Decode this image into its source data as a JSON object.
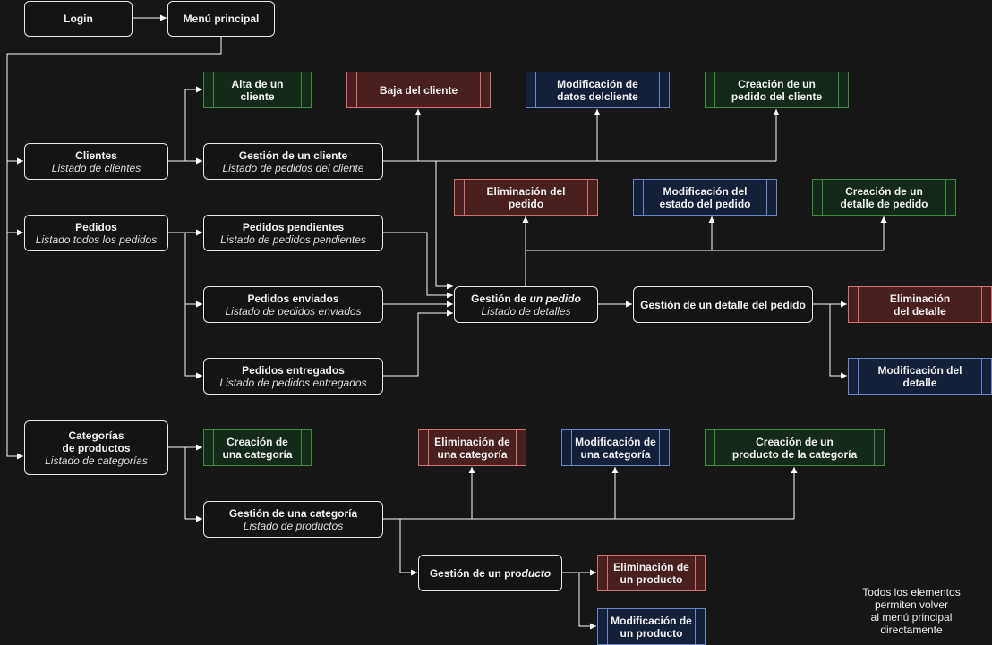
{
  "nodes": {
    "login": {
      "title": "Login"
    },
    "menu": {
      "title": "Menú principal"
    },
    "clientes": {
      "title": "Clientes",
      "sub": "Listado de clientes"
    },
    "gestion_cliente": {
      "title": "Gestión de un cliente",
      "sub": "Listado de pedidos del cliente"
    },
    "alta_cliente": {
      "title": "Alta de un\ncliente"
    },
    "baja_cliente": {
      "title": "Baja del cliente"
    },
    "mod_cliente": {
      "title": "Modificación de\ndatos delcliente"
    },
    "crear_pedido_cliente": {
      "title": "Creación de un\npedido del cliente"
    },
    "pedidos": {
      "title": "Pedidos",
      "sub": "Listado todos los pedidos"
    },
    "pedidos_pendientes": {
      "title": "Pedidos pendientes",
      "sub": "Listado de pedidos pendientes"
    },
    "pedidos_enviados": {
      "title": "Pedidos enviados",
      "sub": "Listado de pedidos enviados"
    },
    "pedidos_entregados": {
      "title": "Pedidos entregados",
      "sub": "Listado de pedidos entregados"
    },
    "gestion_pedido": {
      "title_a": "Gestión de ",
      "title_b": "un pedido",
      "sub": "Listado de detalles"
    },
    "elim_pedido": {
      "title": "Eliminación del\npedido"
    },
    "mod_estado_pedido": {
      "title": "Modificación del\nestado del pedido"
    },
    "crear_detalle": {
      "title": "Creación de un\ndetalle de pedido"
    },
    "gestion_detalle": {
      "title": "Gestión de un detalle del pedido"
    },
    "elim_detalle": {
      "title": "Eliminación\ndel detalle"
    },
    "mod_detalle": {
      "title": "Modificación del\ndetalle"
    },
    "categorias": {
      "title": "Categorías\nde productos",
      "sub": "Listado de categorías"
    },
    "crear_categoria": {
      "title": "Creación de\nuna categoría"
    },
    "gestion_categoria": {
      "title": "Gestión de una categoría",
      "sub": "Listado de productos"
    },
    "elim_categoria": {
      "title": "Eliminación de\nuna categoría"
    },
    "mod_categoria": {
      "title": "Modificación de\nuna categoría"
    },
    "crear_producto": {
      "title": "Creación de un\nproducto de la categoría"
    },
    "gestion_producto": {
      "title_a": "Gestión de un pro",
      "title_b": "ducto"
    },
    "elim_producto": {
      "title": "Eliminación de\nun producto"
    },
    "mod_producto": {
      "title": "Modificación de\nun producto"
    }
  },
  "note": "Todos los elementos\npermiten volver\nal menú principal\ndirectamente",
  "colors": {
    "background": "#161616",
    "edge": "#ffffff",
    "create_fill": "#15291a",
    "create_border": "#3f8a3f",
    "delete_fill": "#4a1f1f",
    "delete_border": "#d07070",
    "modify_fill": "#141f38",
    "modify_border": "#6d87c4"
  }
}
